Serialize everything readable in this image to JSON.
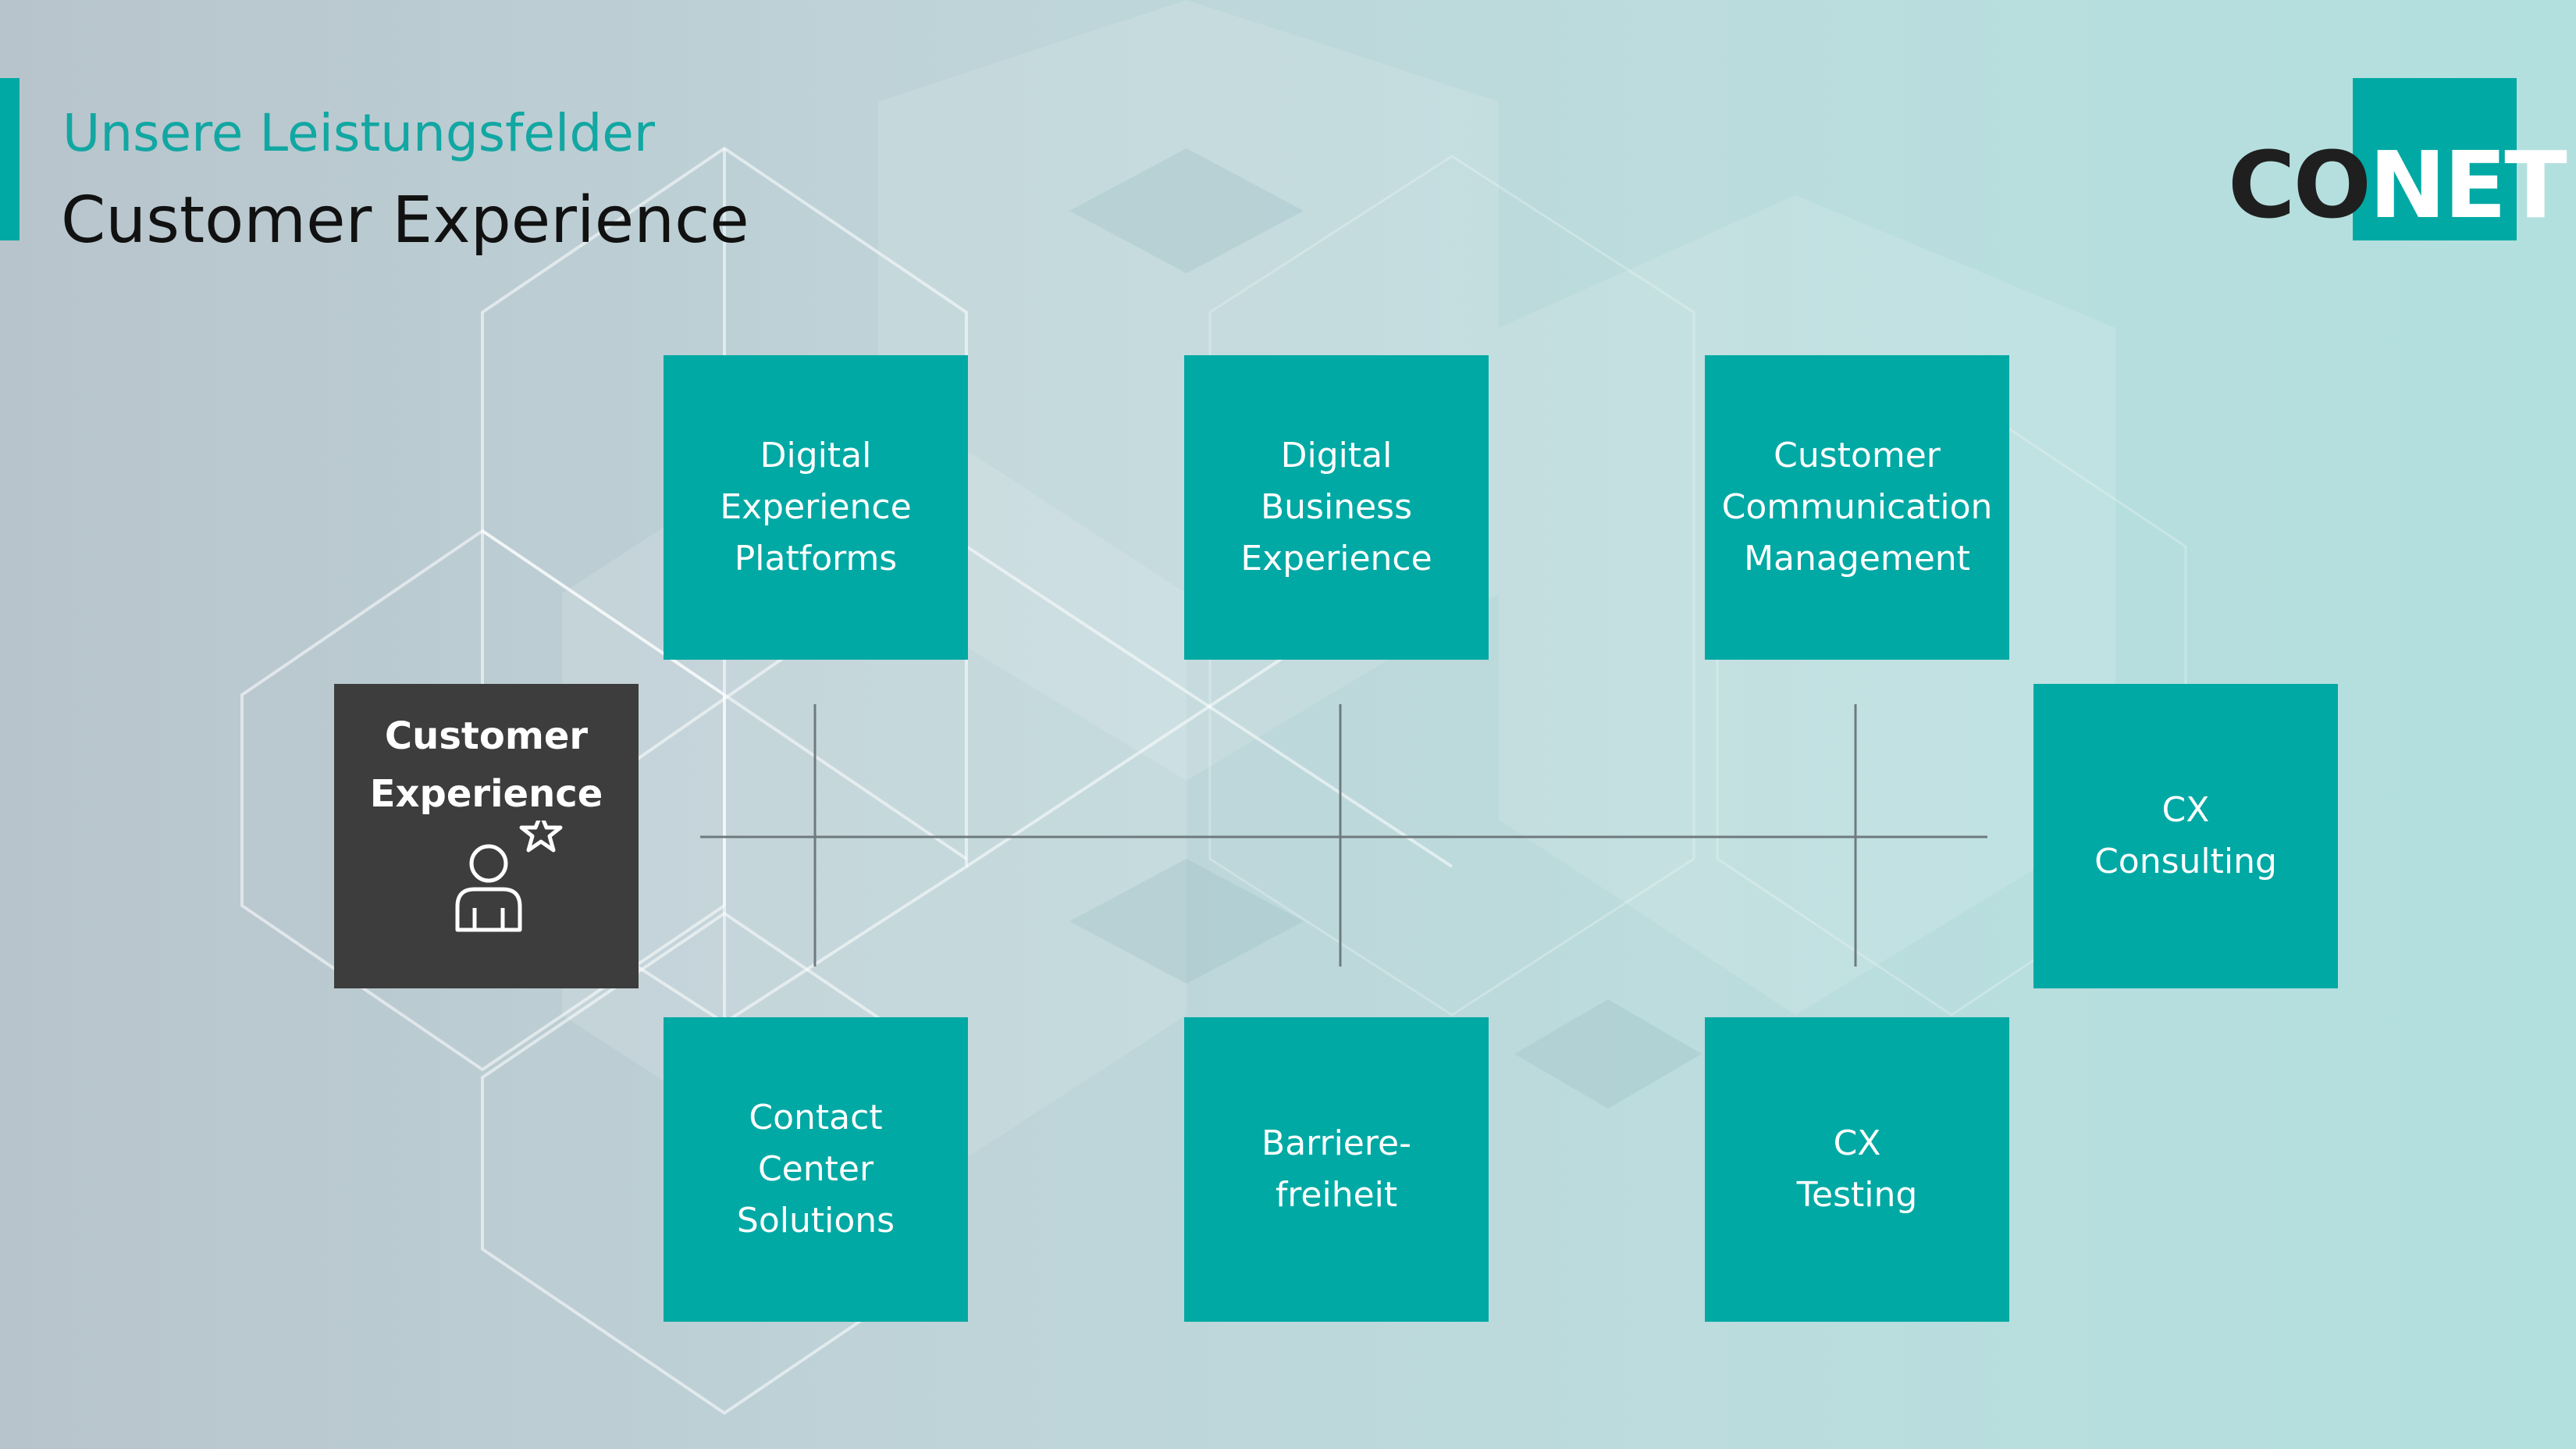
{
  "header": {
    "subtitle": "Unsere Leistungsfelder",
    "title": "Customer Experience"
  },
  "logo": {
    "part_dark": "CO",
    "part_light": "NET"
  },
  "center": {
    "label": "Customer\nExperience",
    "icon": "person-star-icon"
  },
  "fields": [
    {
      "id": "digital-experience-platforms",
      "label": "Digital\nExperience\nPlatforms"
    },
    {
      "id": "digital-business-experience",
      "label": "Digital\nBusiness\nExperience"
    },
    {
      "id": "customer-communication-management",
      "label": "Customer\nCommunication\nManagement"
    },
    {
      "id": "cx-consulting",
      "label": "CX\nConsulting"
    },
    {
      "id": "contact-center-solutions",
      "label": "Contact\nCenter\nSolutions"
    },
    {
      "id": "barrierefreiheit",
      "label": "Barriere-\nfreiheit"
    },
    {
      "id": "cx-testing",
      "label": "CX\nTesting"
    }
  ],
  "colors": {
    "accent": "#00a9a4",
    "center": "#3d3d3d",
    "connector": "#6e7a7e"
  }
}
